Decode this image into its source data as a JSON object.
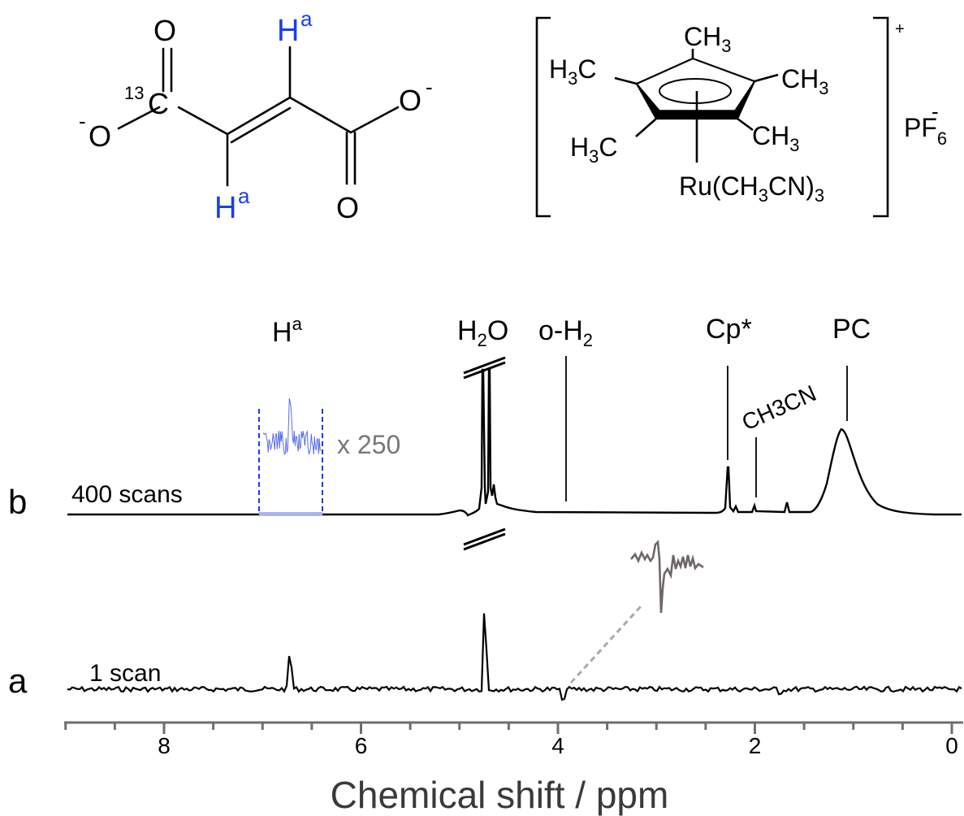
{
  "structures": {
    "fumarate": {
      "carbonyl_top_O": "O",
      "carbonyl_bottom_O": "O",
      "oxide_left": "O",
      "oxide_left_charge": "-",
      "oxide_right": "O",
      "oxide_right_charge": "-",
      "label_13c_mass": "13",
      "label_13c_atom": "C",
      "ha_top": "H",
      "ha_top_sup": "a",
      "ha_bottom": "H",
      "ha_bottom_sup": "a",
      "highlight_color": "#1a3ee8"
    },
    "ru_complex": {
      "ch3_top": "CH",
      "ch3_top_sub": "3",
      "h3c_left": "H",
      "h3c_left_sub": "3",
      "h3c_left_tail": "C",
      "ch3_right": "CH",
      "ch3_right_sub": "3",
      "h3c_bottom_left": "H",
      "h3c_bottom_left_sub": "3",
      "h3c_bottom_left_tail": "C",
      "ch3_bottom_right": "CH",
      "ch3_bottom_right_sub": "3",
      "ru_prefix": "Ru(CH",
      "ru_sub1": "3",
      "ru_mid": "CN)",
      "ru_sub2": "3",
      "charge": "+",
      "counterion": "PF",
      "counterion_sub": "6",
      "counterion_sup": "-"
    }
  },
  "chart_data": {
    "type": "line",
    "title": "",
    "xlabel": "Chemical shift / ppm",
    "ylabel": "",
    "xlim": [
      9.0,
      -0.1
    ],
    "x_reversed": true,
    "ticks_major": [
      8,
      6,
      4,
      2,
      0
    ],
    "ticks_minor_step": 0.5,
    "tick_labels": [
      "8",
      "6",
      "4",
      "2",
      "0"
    ],
    "colors": {
      "spectrum": "#000000",
      "axis": "#6e6e6e",
      "inset": "#6e6669",
      "zoom": "#3a4fe0"
    },
    "series": [
      {
        "id": "b",
        "trace_label": "b",
        "scan_label": "400 scans",
        "peaks": [
          {
            "ppm": 6.72,
            "height": 0.0,
            "note": "H^a region (amplified inset)"
          },
          {
            "ppm": 4.74,
            "height": 1.0,
            "note": "H2O (truncated)"
          },
          {
            "ppm": 4.62,
            "height": 0.2
          },
          {
            "ppm": 2.25,
            "height": 0.32
          },
          {
            "ppm": 2.0,
            "height": 0.07
          },
          {
            "ppm": 1.65,
            "height": 0.09
          },
          {
            "ppm": 1.05,
            "height": 0.6,
            "note": "PC (broad)"
          }
        ],
        "inset": {
          "range_ppm": [
            7.0,
            6.4
          ],
          "factor_label": "x 250"
        }
      },
      {
        "id": "a",
        "trace_label": "a",
        "scan_label": "1 scan",
        "peaks": [
          {
            "ppm": 6.72,
            "height": 0.27,
            "note": "H^a"
          },
          {
            "ppm": 4.74,
            "height": 1.0,
            "note": "H2O (truncated)"
          },
          {
            "ppm": 3.95,
            "height": -0.1,
            "note": "antiphase o-H2 signal"
          },
          {
            "ppm": 1.75,
            "height": -0.04
          }
        ],
        "inset": {
          "center_ppm": 3.95,
          "note": "expanded antiphase multiplet"
        }
      }
    ],
    "annotations": [
      {
        "label": "H",
        "sup": "a",
        "ppm": 6.72
      },
      {
        "label": "H",
        "sub": "2",
        "tail": "O",
        "ppm": 4.74
      },
      {
        "label": "o-H",
        "sub": "2",
        "ppm": 3.95,
        "marker": true
      },
      {
        "label": "Cp*",
        "ppm": 2.25,
        "marker": true
      },
      {
        "label": "CH3CN",
        "ppm": 2.0,
        "marker": true,
        "rotated": true
      },
      {
        "label": "PC",
        "ppm": 1.05,
        "marker": true
      }
    ]
  }
}
